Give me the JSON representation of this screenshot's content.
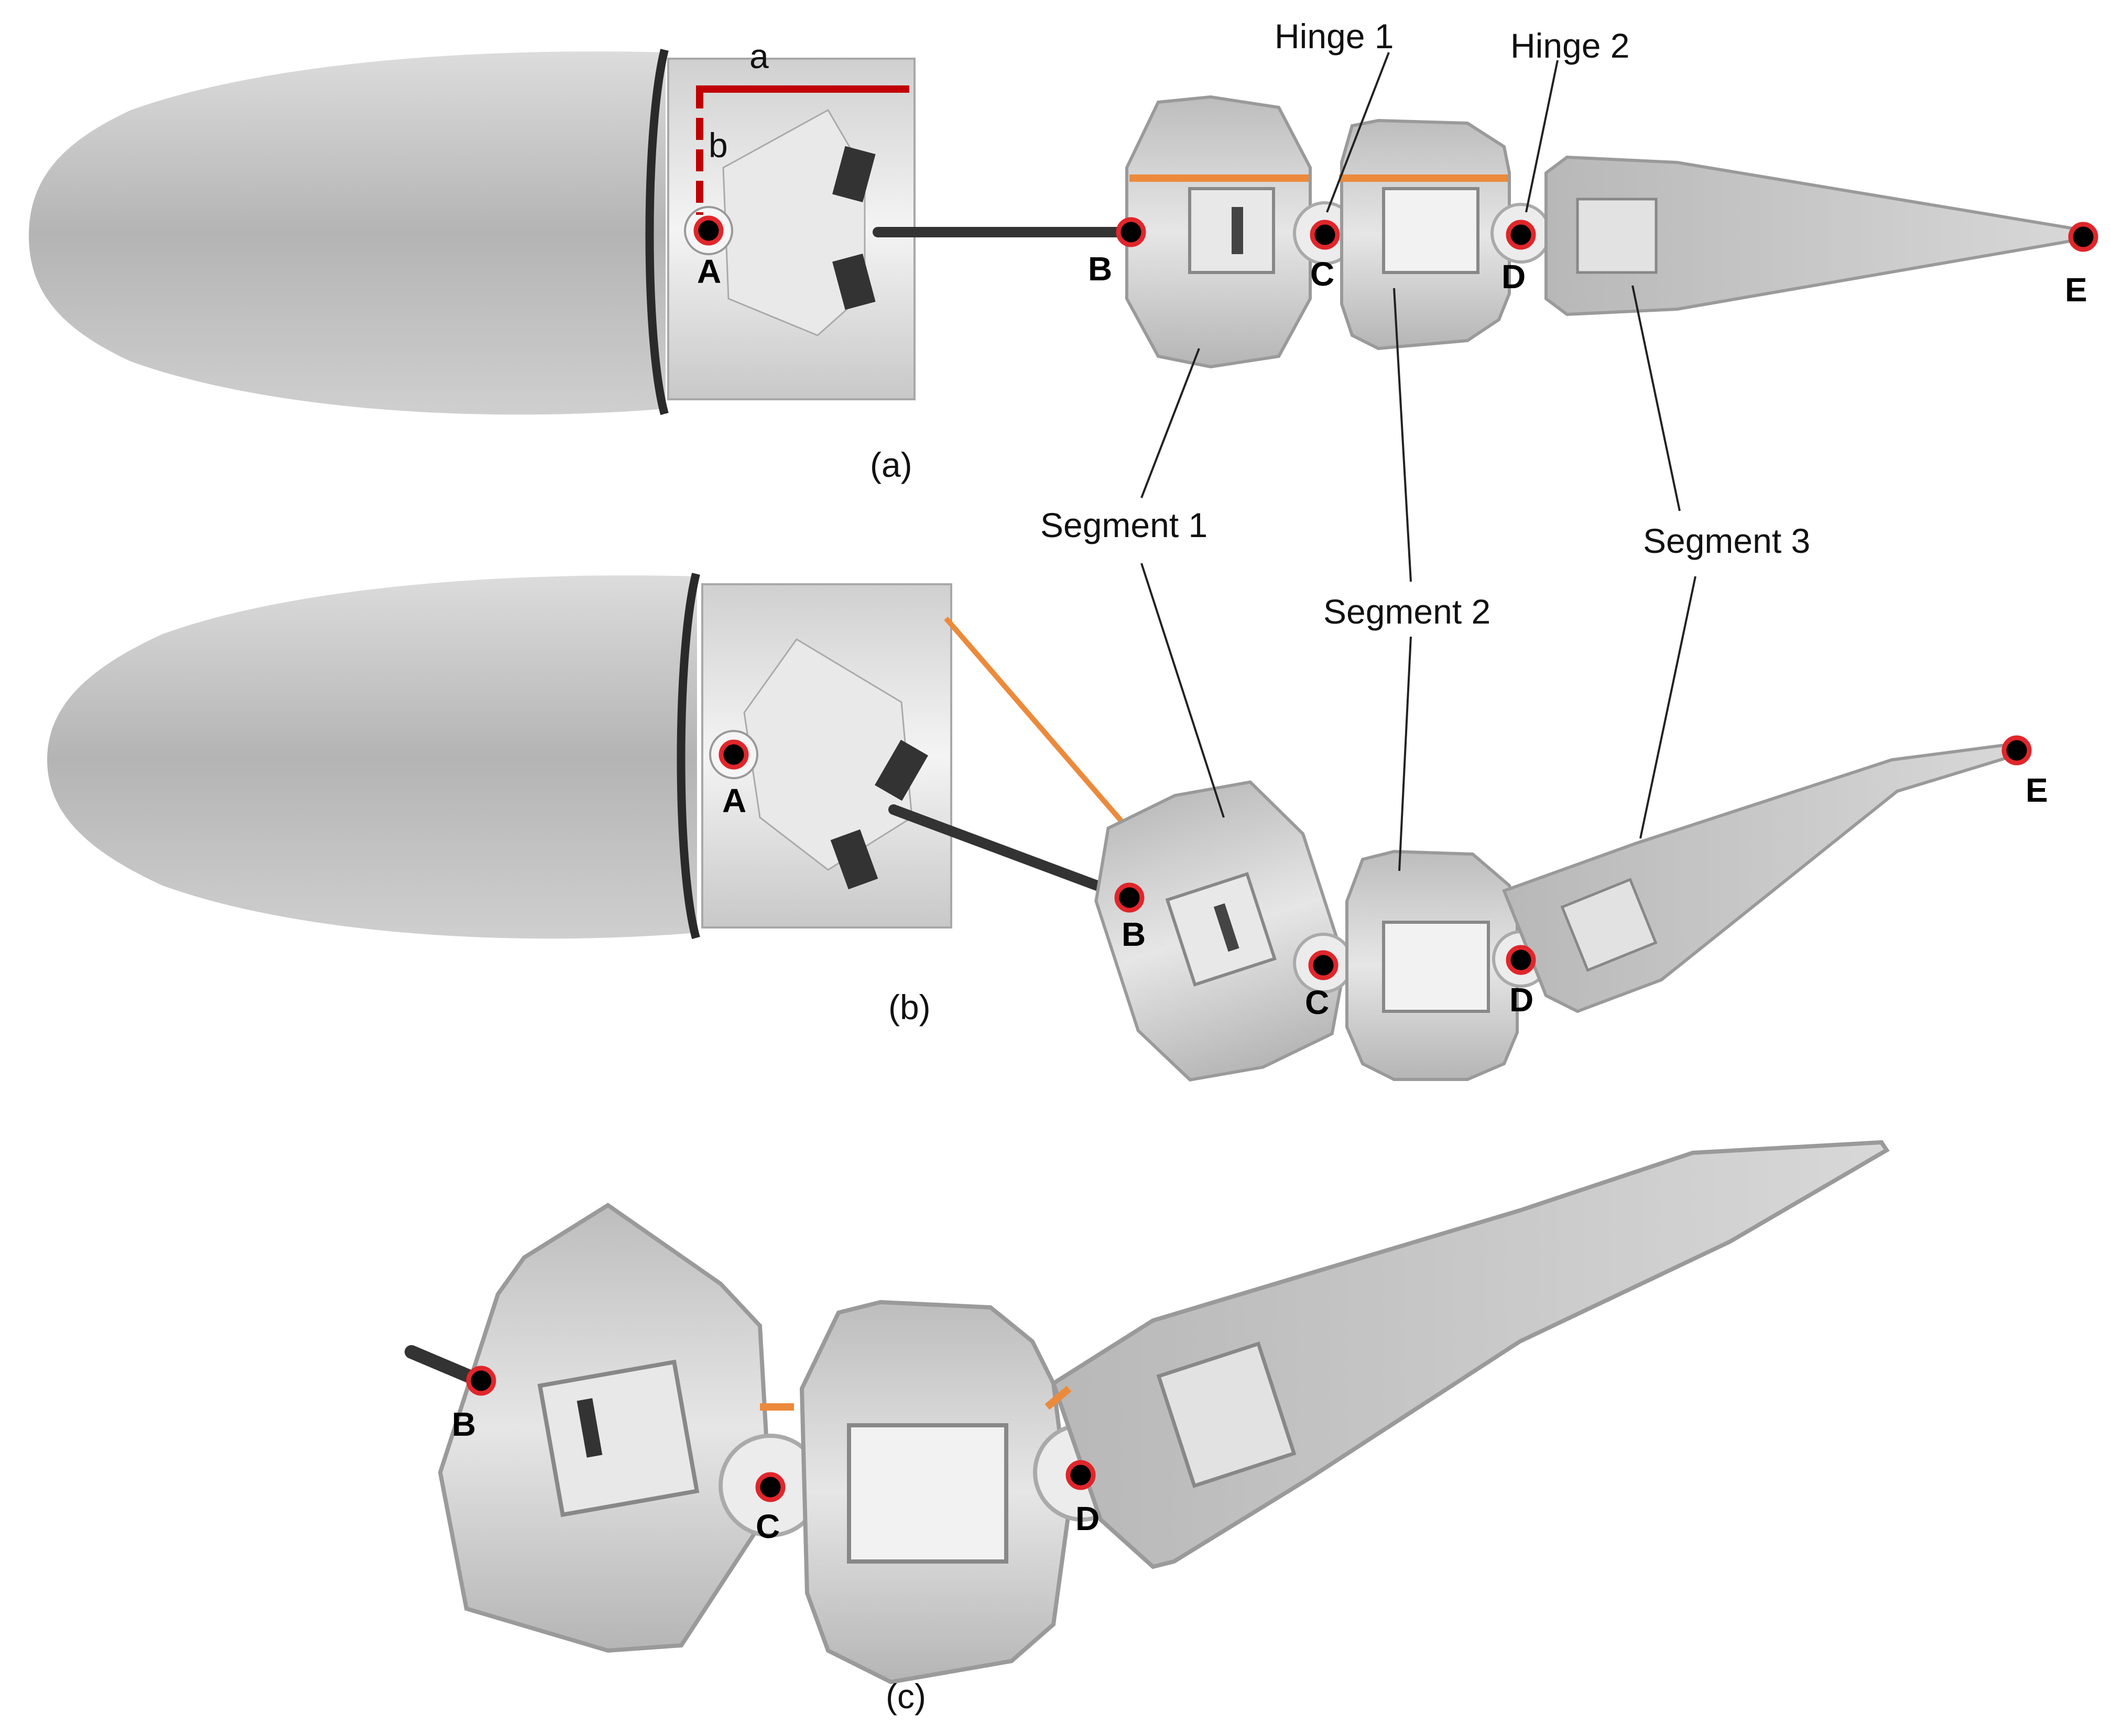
{
  "panels": [
    {
      "id": "a",
      "caption": "(a)"
    },
    {
      "id": "b",
      "caption": "(b)"
    },
    {
      "id": "c",
      "caption": "(c)"
    }
  ],
  "labels": {
    "hinge1": "Hinge 1",
    "hinge2": "Hinge 2",
    "segment1": "Segment 1",
    "segment2": "Segment 2",
    "segment3": "Segment 3",
    "dim_a": "a",
    "dim_b": "b"
  },
  "points": {
    "A": "A",
    "B": "B",
    "C": "C",
    "D": "D",
    "E": "E"
  },
  "colors": {
    "body_gray": "#c3c3c3",
    "segment_gray": "#b9b9b9",
    "orange_marker": "#ec8a3b",
    "red_dimension": "#c00000",
    "point_red": "#e0262b",
    "point_black": "#000000"
  }
}
